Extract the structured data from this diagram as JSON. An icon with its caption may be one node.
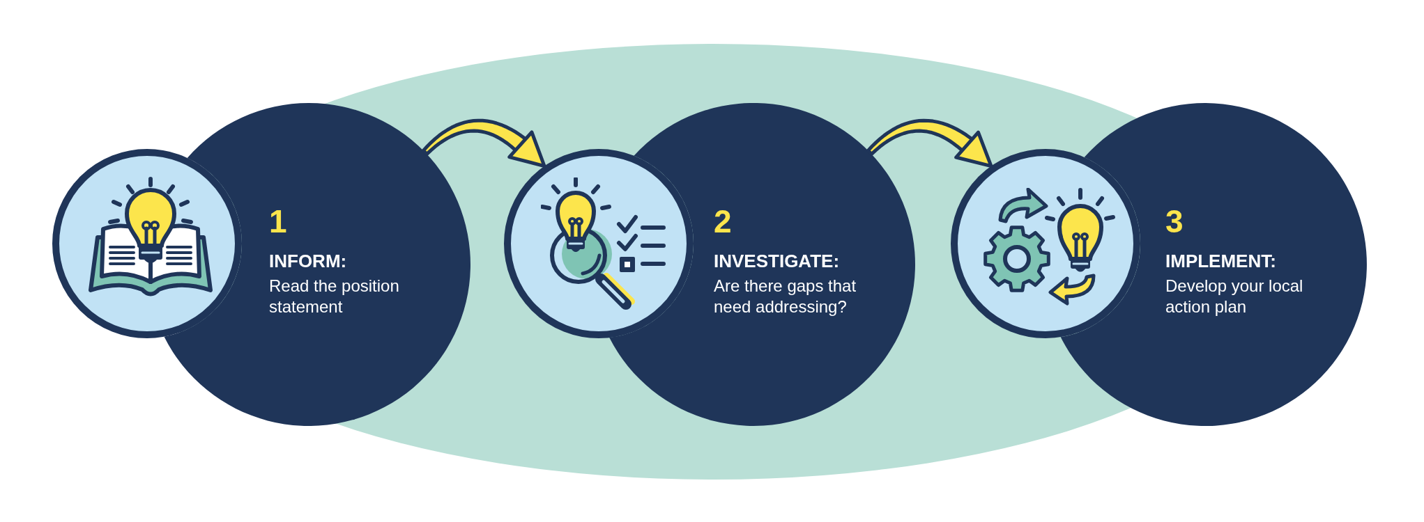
{
  "diagram": {
    "nodes": [
      {
        "text": [],
        "shape": "circle"
      },
      {
        "text": [
          "1",
          "INFORM:",
          "Read the position statement"
        ]
      },
      {
        "text": [],
        "shape": "circle"
      },
      {
        "text": [
          "2",
          "INVESTIGATE:",
          "Are there gaps that need addressing?"
        ]
      },
      {
        "text": [],
        "shape": "circle"
      },
      {
        "text": [
          "3",
          "IMPLEMENT:",
          "Develop your local action plan"
        ]
      }
    ],
    "edges": [
      {
        "from": 1,
        "to": 2,
        "arrow": "to"
      },
      {
        "from": 3,
        "to": 4,
        "arrow": "to"
      }
    ]
  }
}
